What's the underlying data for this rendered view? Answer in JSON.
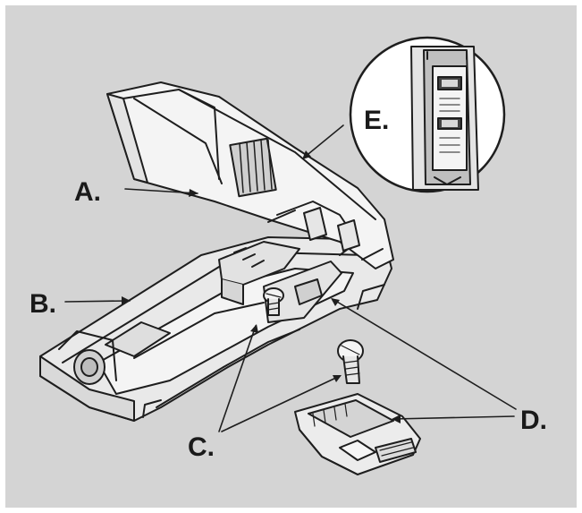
{
  "callouts": {
    "a": "A.",
    "b": "B.",
    "c": "C.",
    "d": "D.",
    "e": "E."
  },
  "colors": {
    "panel": "#d4d4d4",
    "part_fill": "#e9e9e9",
    "part_fill_light": "#f7f7f7",
    "outline": "#1e1e1e",
    "label": "#1a1a1a"
  }
}
